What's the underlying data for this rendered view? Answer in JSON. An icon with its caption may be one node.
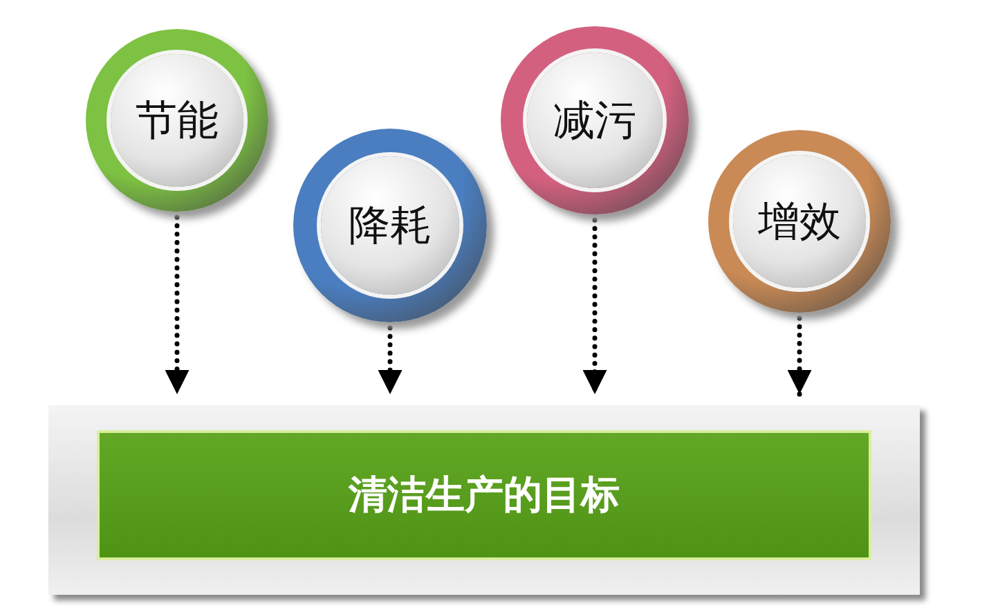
{
  "diagram": {
    "nodes": [
      {
        "text": [
          "节能"
        ]
      },
      {
        "text": [
          "降耗"
        ]
      },
      {
        "text": [
          "减污"
        ]
      },
      {
        "text": [
          "增效"
        ]
      },
      {
        "text": [],
        "shape": "box"
      },
      {
        "text": [
          "清洁生产的目标"
        ],
        "in": 4
      }
    ],
    "edges": [
      {
        "from": 0,
        "to": 4,
        "arrow": "to"
      },
      {
        "from": 1,
        "to": 4,
        "arrow": "to"
      },
      {
        "from": 2,
        "to": 4,
        "arrow": "to"
      },
      {
        "from": 3,
        "to": 4,
        "arrow": "to"
      }
    ]
  }
}
